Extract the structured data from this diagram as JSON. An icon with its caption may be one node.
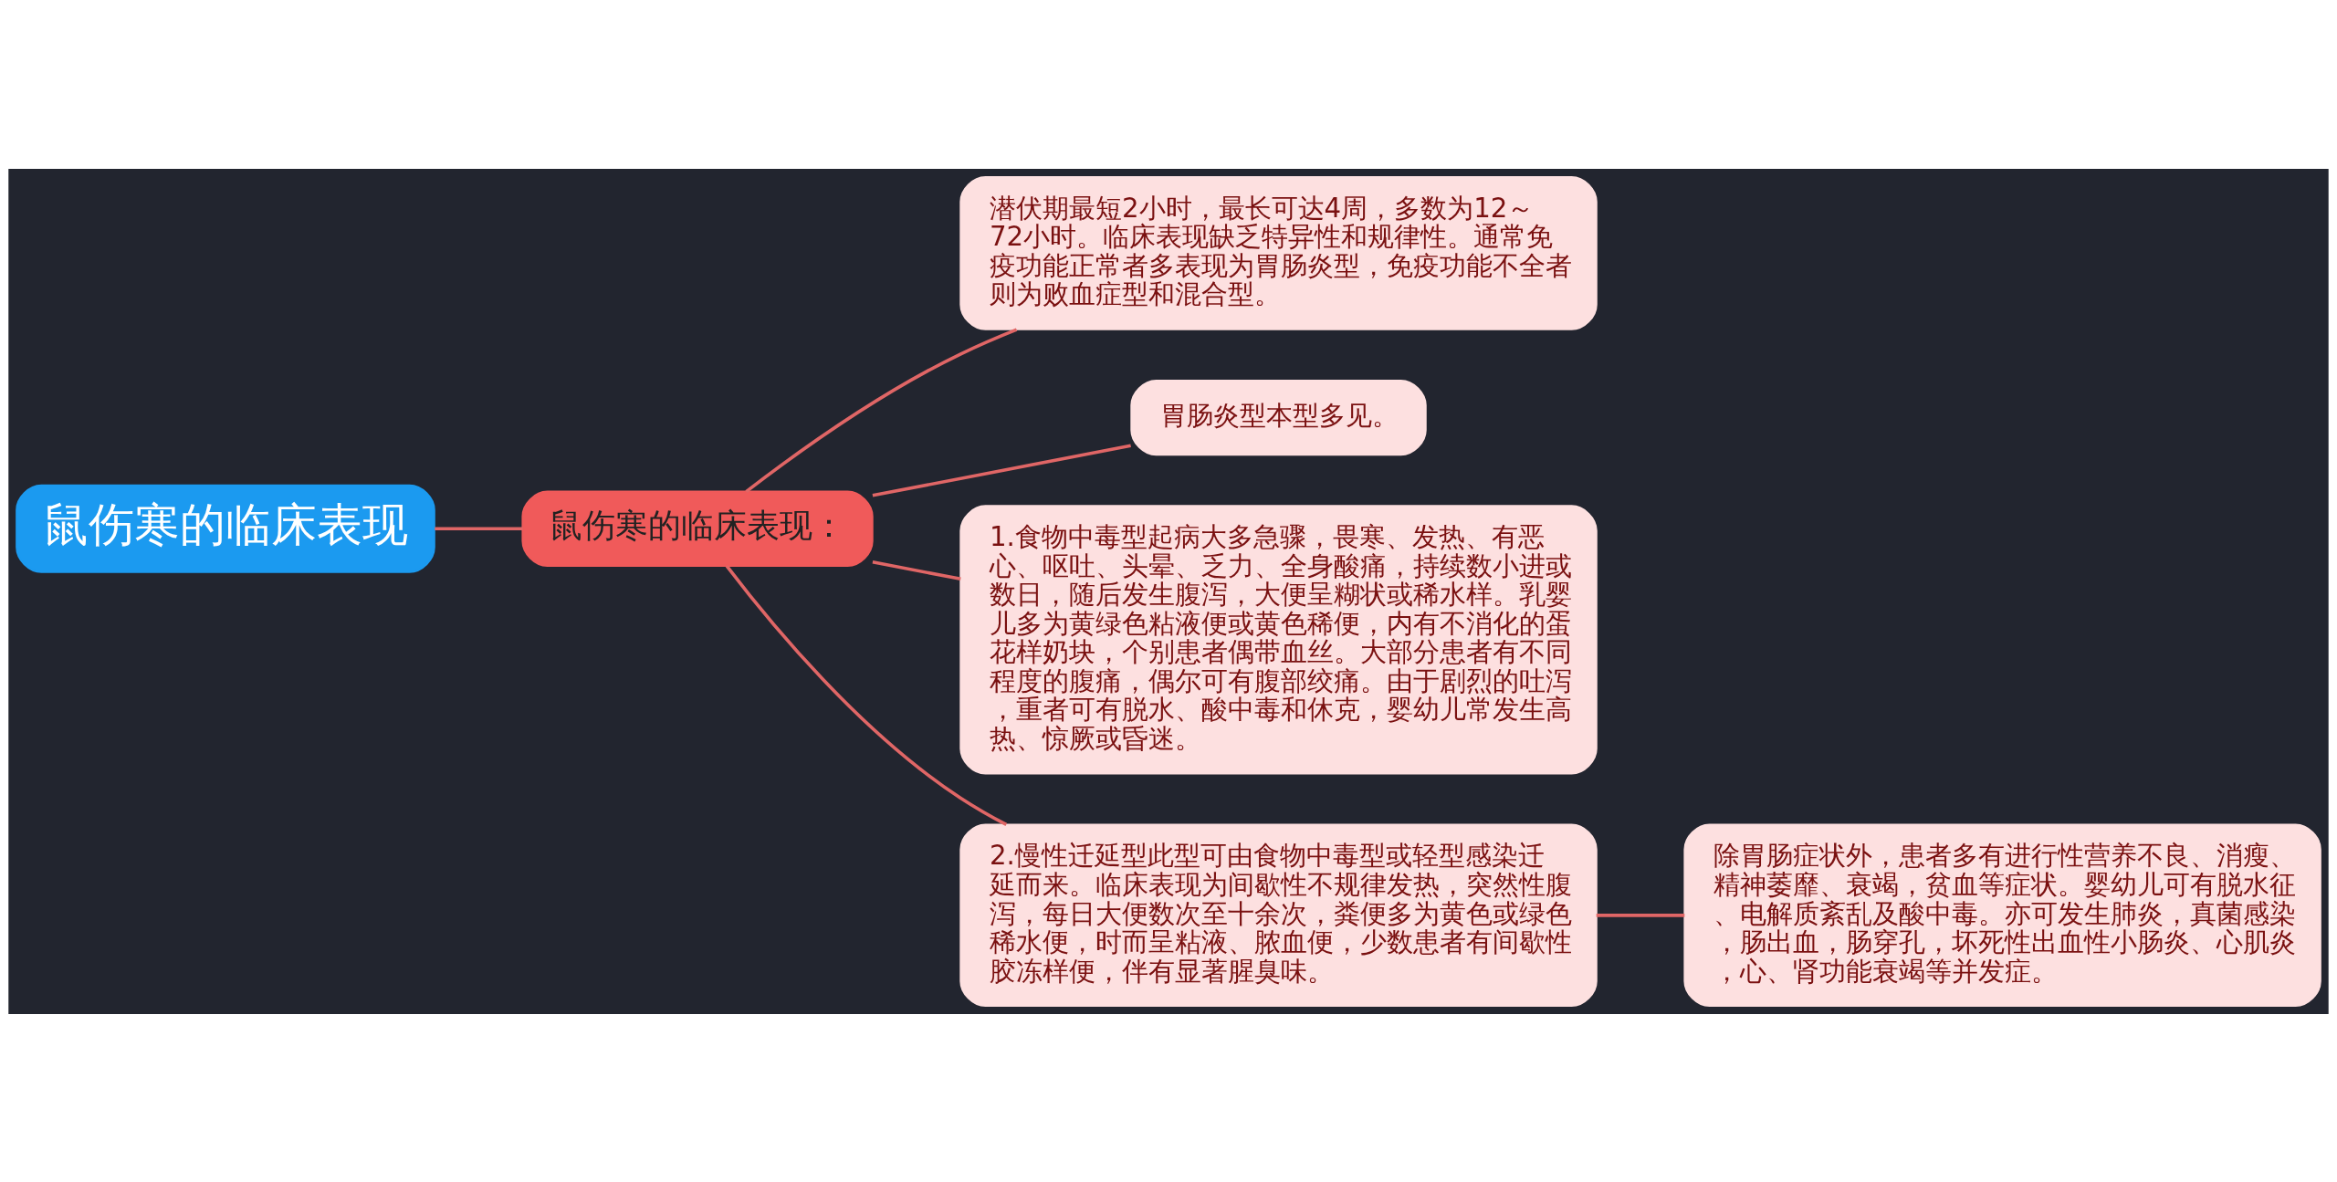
{
  "diagram": {
    "nodes": [
      {
        "text": [
          "鼠伤寒的临床表现"
        ]
      },
      {
        "text": [
          "鼠伤寒的临床表现："
        ]
      },
      {
        "text": [
          "潜伏期最短2小时，最长可达4周，多数为12～72小时。临床表现缺乏特异性和规律性。通常免疫功能正常者多表现为胃肠炎型，免疫功能不全者则为败血症型和混合型。"
        ]
      },
      {
        "text": [
          "胃肠炎型本型多见。"
        ]
      },
      {
        "text": [
          "1.食物中毒型起病大多急骤，畏寒、发热、有恶心、呕吐、头晕、乏力、全身酸痛，持续数小进或数日，随后发生腹泻，大便呈糊状或稀水样。乳婴儿多为黄绿色粘液便或黄色稀便，内有不消化的蛋花样奶块，个别患者偶带血丝。大部分患者有不同程度的腹痛，偶尔可有腹部绞痛。由于剧烈的吐泻，重者可有脱水、酸中毒和休克，婴幼儿常发生高热、惊厥或昏迷。"
        ]
      },
      {
        "text": [
          "2.慢性迁延型此型可由食物中毒型或轻型感染迁延而来。临床表现为间歇性不规律发热，突然性腹泻，每日大便数次至十余次，粪便多为黄色或绿色稀水便，时而呈粘液、脓血便，少数患者有间歇性胶冻样便，伴有显著腥臭味。"
        ]
      },
      {
        "text": [
          "除胃肠症状外，患者多有进行性营养不良、消瘦、精神萎靡、衰竭，贫血等症状。婴幼儿可有脱水征、电解质紊乱及酸中毒。亦可发生肺炎，真菌感染，肠出血，肠穿孔，坏死性出血性小肠炎、心肌炎，心、肾功能衰竭等并发症。"
        ]
      }
    ],
    "edges": [
      {
        "from": 0,
        "to": 1,
        "arrow": "none"
      },
      {
        "from": 1,
        "to": 2,
        "arrow": "none"
      },
      {
        "from": 1,
        "to": 3,
        "arrow": "none"
      },
      {
        "from": 1,
        "to": 4,
        "arrow": "none"
      },
      {
        "from": 1,
        "to": 5,
        "arrow": "none"
      },
      {
        "from": 5,
        "to": 6,
        "arrow": "none"
      }
    ]
  }
}
